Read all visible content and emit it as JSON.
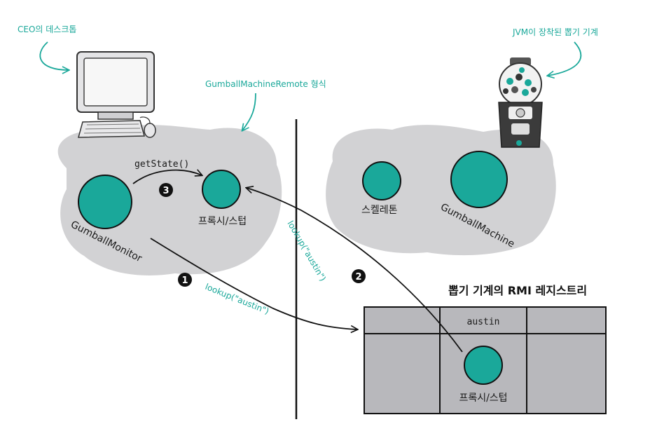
{
  "annotations": {
    "ceo_desktop": "CEO의 데스크톱",
    "gumball_machine_jvm": "JVM이 장착된 뽑기 기계",
    "remote_form": "GumballMachineRemote 형식"
  },
  "left_cloud": {
    "monitor_label": "GumballMonitor",
    "proxy_label": "프록시/스텁",
    "call_label": "getState()",
    "step": "3"
  },
  "right_cloud": {
    "skeleton_label": "스켈레톤",
    "machine_label": "GumballMachine"
  },
  "registry": {
    "title": "뽑기 기계의 RMI 레지스트리",
    "entry_name": "austin",
    "proxy_label": "프록시/스텁"
  },
  "arrows": {
    "lookup_1": "lookup(\"austin\")",
    "step_1": "1",
    "lookup_2": "lookup(\"austin\")",
    "step_2": "2"
  },
  "colors": {
    "teal": "#1aa89a",
    "cloud": "#d2d2d4",
    "registry_fill": "#b8b8bc"
  }
}
